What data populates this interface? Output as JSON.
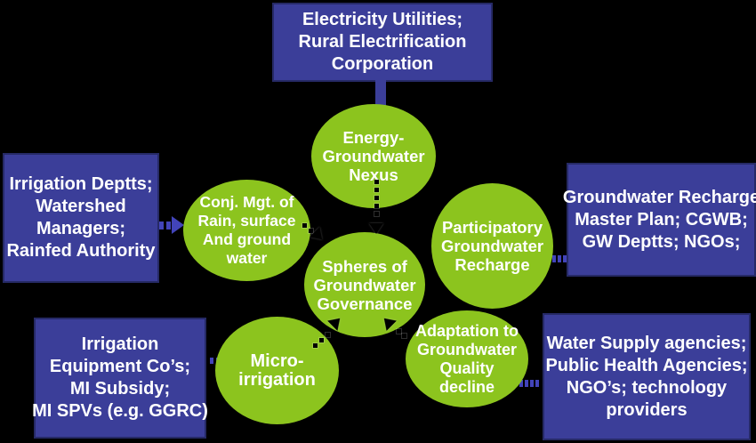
{
  "colors": {
    "bg": "#000000",
    "green": "#8CC41E",
    "blue": "#3B3E99",
    "blueBorder": "#262a66",
    "connector": "#4244BA",
    "ink": "#000000",
    "text": "#FFFFFF"
  },
  "nodes": {
    "energy": {
      "lines": [
        "Energy-",
        "Groundwater",
        "Nexus"
      ]
    },
    "conjunctive": {
      "lines": [
        "Conj. Mgt. of",
        "Rain, surface",
        "And ground",
        "water"
      ]
    },
    "center": {
      "lines": [
        "Spheres of",
        "Groundwater",
        "Governance"
      ]
    },
    "participatory": {
      "lines": [
        "Participatory",
        "Groundwater",
        "Recharge"
      ]
    },
    "micro": {
      "lines": [
        "Micro-",
        "irrigation"
      ]
    },
    "adaptation": {
      "lines": [
        "Adaptation to",
        "Groundwater",
        "Quality",
        "decline"
      ]
    }
  },
  "stakeholders": {
    "electricity": {
      "lines": [
        "Electricity Utilities;",
        "Rural Electrification",
        "Corporation"
      ]
    },
    "irrigation": {
      "lines": [
        "Irrigation Deptts;",
        "Watershed",
        "Managers;",
        "Rainfed Authority"
      ]
    },
    "recharge": {
      "lines": [
        "Groundwater Recharge",
        "Master Plan; CGWB;",
        "GW Deptts; NGOs;"
      ]
    },
    "microEquipment": {
      "lines": [
        "Irrigation",
        "Equipment Co’s;",
        "MI Subsidy;",
        "MI SPVs (e.g. GGRC)"
      ]
    },
    "waterSupply": {
      "lines": [
        "Water Supply agencies;",
        "Public Health Agencies;",
        "NGO’s; technology",
        "providers"
      ]
    }
  }
}
